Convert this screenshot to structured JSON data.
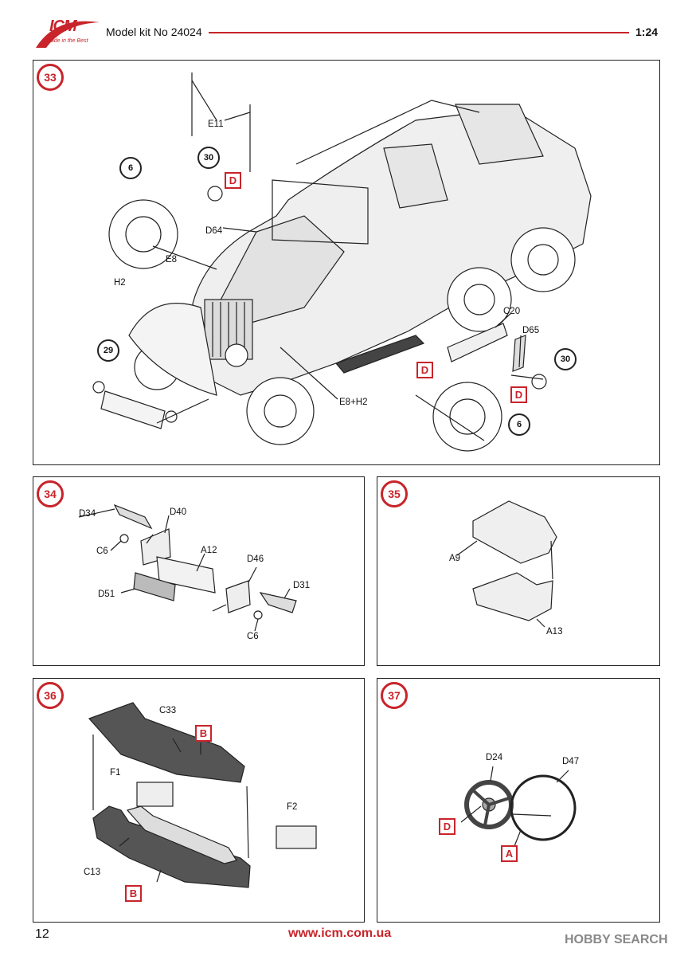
{
  "header": {
    "brand": "ICM",
    "tagline": "Made in the Best",
    "title": "Model kit No 24024",
    "scale": "1:24",
    "accent_color": "#c8242a"
  },
  "steps": {
    "s33": {
      "number": "33",
      "labels": [
        "E11",
        "6",
        "30",
        "D",
        "D64",
        "E8",
        "H2",
        "29",
        "C20",
        "D65",
        "D",
        "30",
        "D",
        "E8+H2",
        "6"
      ]
    },
    "s34": {
      "number": "34",
      "labels": [
        "D34",
        "D40",
        "C6",
        "A12",
        "D46",
        "D31",
        "D51",
        "C6"
      ]
    },
    "s35": {
      "number": "35",
      "labels": [
        "A9",
        "A13"
      ]
    },
    "s36": {
      "number": "36",
      "labels": [
        "C33",
        "B",
        "F1",
        "F2",
        "C13",
        "B"
      ]
    },
    "s37": {
      "number": "37",
      "labels": [
        "D24",
        "D47",
        "D",
        "A"
      ]
    }
  },
  "footer": {
    "page_number": "12",
    "url": "www.icm.com.ua",
    "watermark": "HOBBY SEARCH"
  }
}
